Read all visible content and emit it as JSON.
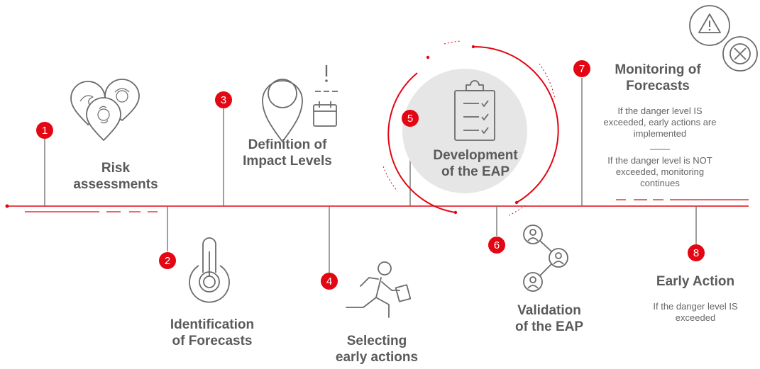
{
  "steps": [
    {
      "num": "1",
      "title": [
        "Risk",
        "assessments"
      ]
    },
    {
      "num": "2",
      "title": [
        "Identification",
        "of Forecasts"
      ]
    },
    {
      "num": "3",
      "title": [
        "Definition of",
        "Impact Levels"
      ]
    },
    {
      "num": "4",
      "title": [
        "Selecting",
        "early actions"
      ]
    },
    {
      "num": "5",
      "title": [
        "Development",
        "of the EAP"
      ]
    },
    {
      "num": "6",
      "title": [
        "Validation",
        "of the EAP"
      ]
    },
    {
      "num": "7",
      "title": [
        "Monitoring of",
        "Forecasts"
      ],
      "desc_exceeded": [
        "If the danger level IS",
        "exceeded, early actions are",
        "implemented"
      ],
      "desc_not_exceeded": [
        "If the danger level is NOT",
        "exceeded, monitoring",
        "continues"
      ]
    },
    {
      "num": "8",
      "title": [
        "Early Action"
      ],
      "desc": [
        "If the danger level IS",
        "exceeded"
      ]
    }
  ],
  "colors": {
    "accent": "#e30613",
    "line_gray": "#6b6b6b",
    "text": "#5a5a5a",
    "circle_fill": "#e6e6e6"
  },
  "icons": [
    "cyclone-map-pins-icon",
    "thermometer-icon",
    "map-pin-calendar-warning-icon",
    "running-person-document-icon",
    "clipboard-checklist-icon",
    "connected-people-icon",
    "warning-triangle-icon",
    "cancel-x-icon"
  ]
}
